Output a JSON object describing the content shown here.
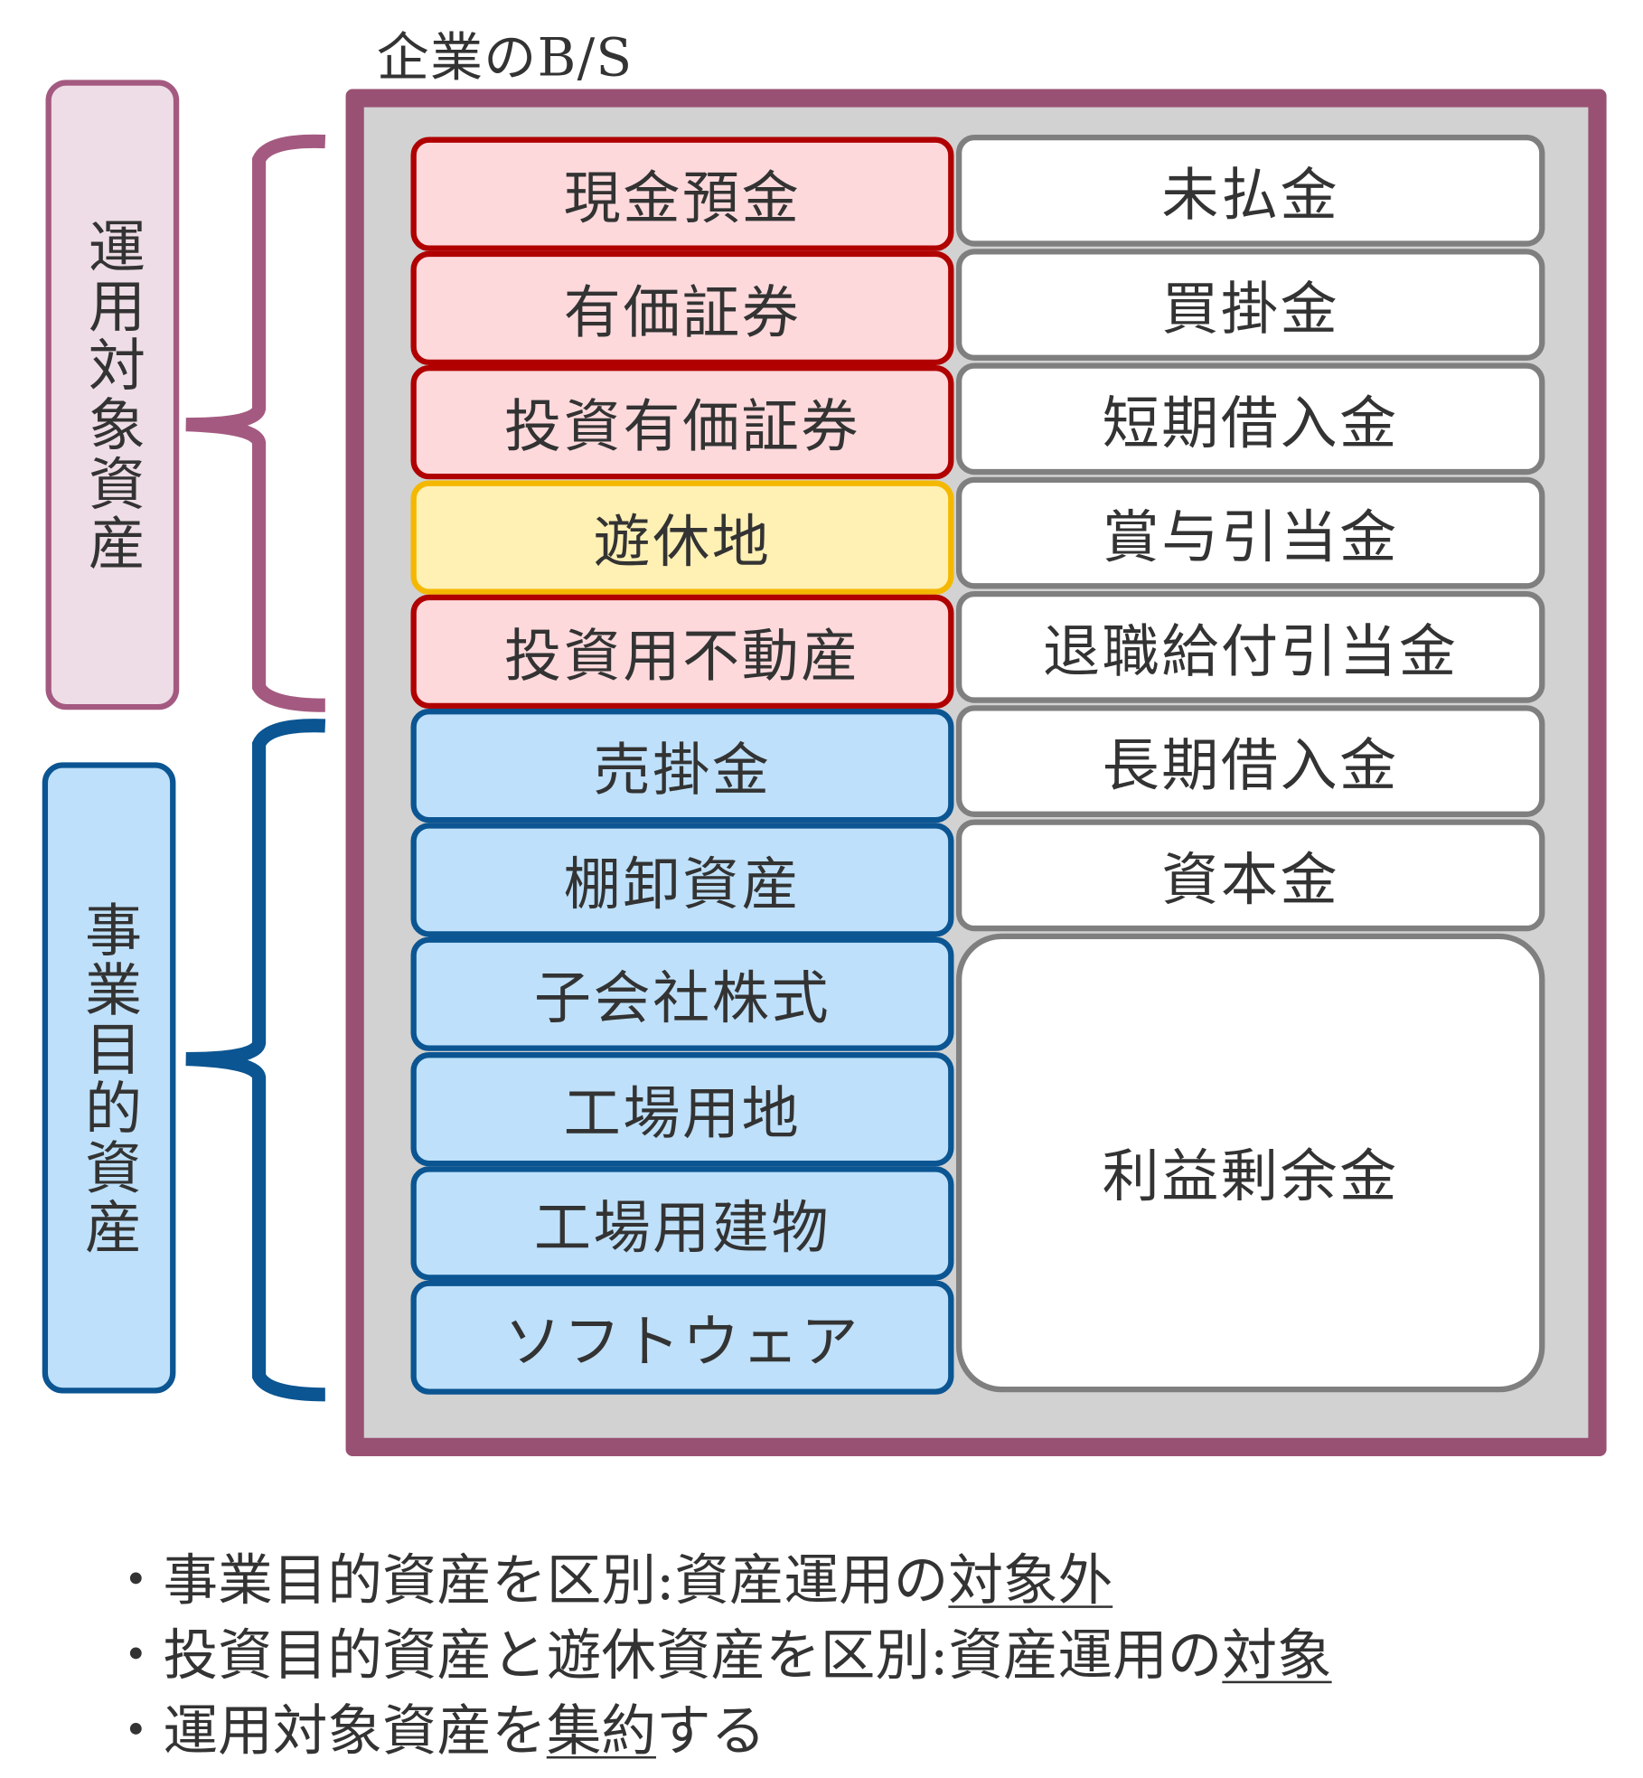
{
  "title": "企業のB/S",
  "side_labels": {
    "top": "運用対象資産",
    "bottom": "事業目的資産"
  },
  "assets": [
    {
      "label": "現金預金",
      "category": "investment"
    },
    {
      "label": "有価証券",
      "category": "investment"
    },
    {
      "label": "投資有価証券",
      "category": "investment"
    },
    {
      "label": "遊休地",
      "category": "idle"
    },
    {
      "label": "投資用不動産",
      "category": "investment"
    },
    {
      "label": "売掛金",
      "category": "business"
    },
    {
      "label": "棚卸資産",
      "category": "business"
    },
    {
      "label": "子会社株式",
      "category": "business"
    },
    {
      "label": "工場用地",
      "category": "business"
    },
    {
      "label": "工場用建物",
      "category": "business"
    },
    {
      "label": "ソフトウェア",
      "category": "business"
    }
  ],
  "liabilities_equity": [
    "未払金",
    "買掛金",
    "短期借入金",
    "賞与引当金",
    "退職給付引当金",
    "長期借入金",
    "資本金",
    "利益剰余金"
  ],
  "bullets": [
    {
      "pre": "・事業目的資産を区別:資産運用の",
      "u": "対象外",
      "post": ""
    },
    {
      "pre": "・投資目的資産と遊休資産を区別:資産運用の",
      "u": "対象",
      "post": ""
    },
    {
      "pre": "・運用対象資産を",
      "u": "集約",
      "post": "する"
    }
  ],
  "colors": {
    "frame": "#985173",
    "investment": "#b00000",
    "idle": "#f5b800",
    "business": "#0b5592",
    "neutral": "#7f7f7f"
  }
}
